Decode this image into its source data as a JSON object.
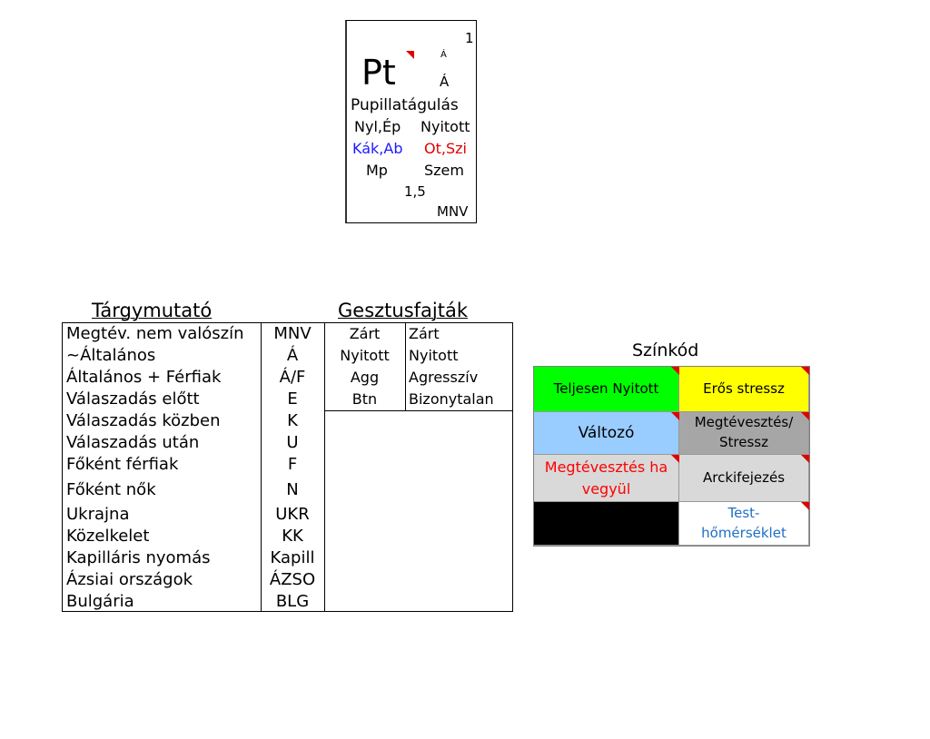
{
  "card": {
    "number": "1",
    "symbol": "Pt",
    "small_mark": "Á",
    "mark": "Á",
    "name": "Pupillatágulás",
    "row1_left": "Nyl,Ép",
    "row1_right": "Nyitott",
    "row2_left": "Kák,Ab",
    "row2_right": "Ot,Szi",
    "row3_left": "Mp",
    "row3_right": "Szem",
    "value": "1,5",
    "code": "MNV",
    "colors": {
      "blue": "#1a1aff",
      "red": "#e00000"
    }
  },
  "index": {
    "title": "Tárgymutató",
    "rows": [
      {
        "name": "Megtév. nem valószín",
        "code": "MNV"
      },
      {
        "name": "~Általános",
        "code": "Á"
      },
      {
        "name": "Általános + Férfiak",
        "code": "Á/F"
      },
      {
        "name": "Válaszadás előtt",
        "code": "E"
      },
      {
        "name": "Válaszadás közben",
        "code": "K"
      },
      {
        "name": "Válaszadás után",
        "code": "U"
      },
      {
        "name": "Főként férfiak",
        "code": "F"
      },
      {
        "name": "Főként nők",
        "code": "N"
      },
      {
        "name": "Ukrajna",
        "code": "UKR"
      },
      {
        "name": "Közelkelet",
        "code": "KK"
      },
      {
        "name": "Kapilláris nyomás",
        "code": "Kapill"
      },
      {
        "name": "Ázsiai országok",
        "code": "ÁZSO"
      },
      {
        "name": "Bulgária",
        "code": "BLG"
      }
    ]
  },
  "gestures": {
    "title": "Gesztusfajták",
    "rows": [
      {
        "abbr": "Zárt",
        "full": "Zárt"
      },
      {
        "abbr": "Nyitott",
        "full": "Nyitott"
      },
      {
        "abbr": "Agg",
        "full": "Agresszív"
      },
      {
        "abbr": "Btn",
        "full": "Bizonytalan"
      }
    ]
  },
  "colorkey": {
    "title": "Színkód",
    "cells": [
      {
        "label": "Teljesen Nyitott",
        "bg": "#00ff00",
        "color": "#000000"
      },
      {
        "label": "Erős stressz",
        "bg": "#ffff00",
        "color": "#000000"
      },
      {
        "label": "Változó",
        "bg": "#99ccff",
        "color": "#000000"
      },
      {
        "label": "Megtévesztés/ Stressz",
        "bg": "#a6a6a6",
        "color": "#000000"
      },
      {
        "label": "Megtévesztés ha vegyül",
        "bg": "#d9d9d9",
        "color": "#ff0000"
      },
      {
        "label": "Arckifejezés",
        "bg": "#d9d9d9",
        "color": "#000000"
      },
      {
        "label": "",
        "bg": "#000000",
        "color": "#000000"
      },
      {
        "label": "Test-hőmérséklet",
        "bg": "#ffffff",
        "color": "#1f6fc4"
      }
    ]
  }
}
